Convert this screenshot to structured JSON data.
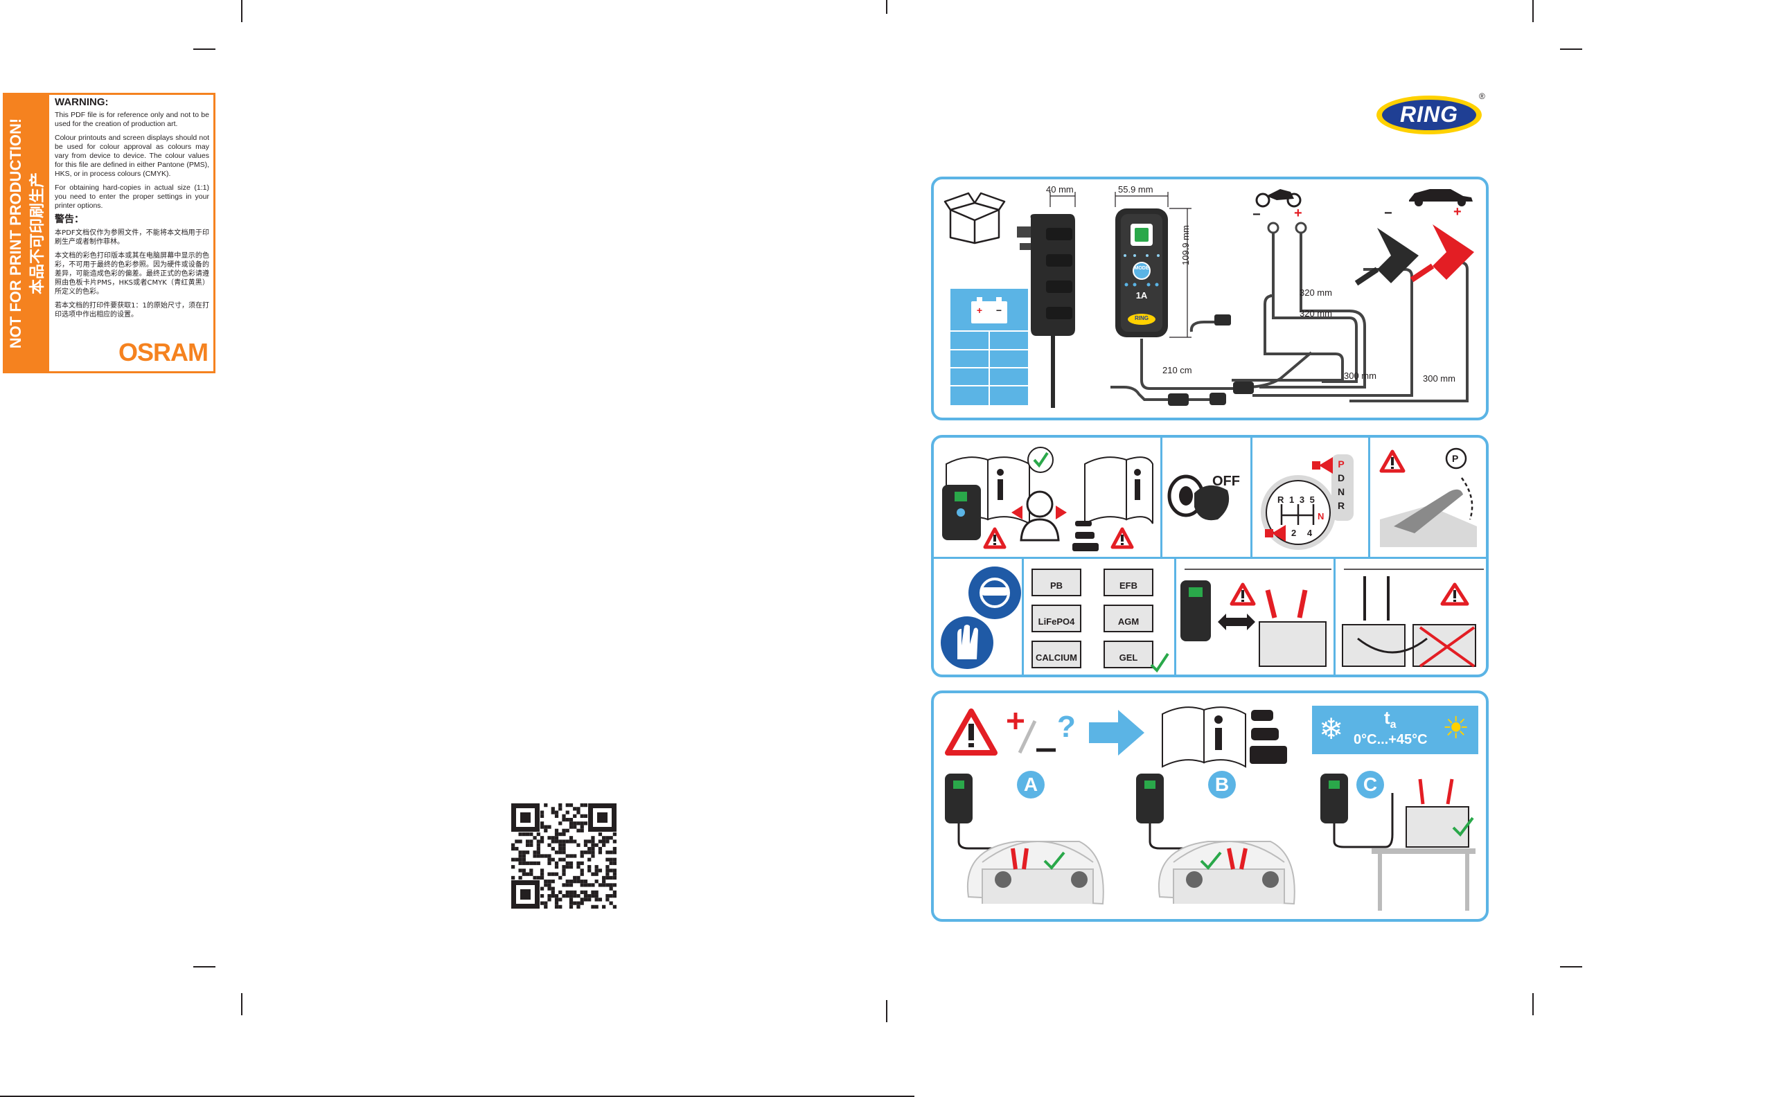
{
  "warning": {
    "strip_line1": "NOT FOR PRINT PRODUCTION!",
    "strip_line2": "本品不可印刷生产",
    "title": "WARNING:",
    "p1": "This PDF file is for reference only and not to be used for the creation of production art.",
    "p2": "Colour printouts and screen displays should not be used for colour approval as colours may vary from device to device. The colour values for this file are defined in either Pantone (PMS), HKS, or in process colours (CMYK).",
    "p3": "For obtaining hard-copies in actual size (1:1) you need to enter the proper settings in your printer options.",
    "cn_title": "警告：",
    "cn_p1": "本PDF文档仅作为参照文件，不能将本文档用于印刷生产或者制作菲林。",
    "cn_p2": "本文档的彩色打印版本或其在电脑屏幕中显示的色彩，不可用于最终的色彩参照。因为硬件或设备的差异，可能造成色彩的偏差。最终正式的色彩请遵照由色板卡片PMS，HKS或者CMYK（青红黄黑）所定义的色彩。",
    "cn_p3": "若本文档的打印件要获取1：1的原始尺寸，须在打印选项中作出相应的设置。",
    "brand": "OSRAM"
  },
  "logo": {
    "text": "RING",
    "reg": "®"
  },
  "panel1": {
    "dims": {
      "adapter_width": "40 mm",
      "charger_width": "55.9 mm",
      "charger_height": "109.9 mm",
      "ring_cable_1": "320 mm",
      "ring_cable_2": "320 mm",
      "cable_length": "210 cm",
      "clamp_cable_1": "300 mm",
      "clamp_cable_2": "300 mm"
    },
    "polarity": {
      "minus": "−",
      "plus": "+"
    },
    "charger": {
      "model": "1A",
      "brand": "RING",
      "mode": "MODE"
    }
  },
  "panel2": {
    "off_label": "OFF",
    "gear_letters": [
      "P",
      "D",
      "N",
      "R"
    ],
    "manual_gears_top": "R 1 3 5",
    "manual_gears_bottom": "2 4",
    "manual_neutral": "N",
    "parking": "P",
    "battery_types": [
      "PB",
      "EFB",
      "LiFePO4",
      "AGM",
      "CALCIUM",
      "GEL"
    ]
  },
  "panel3": {
    "polarity_question": "?",
    "temp_symbol": "t",
    "temp_sub": "a",
    "temp_range": "0°C...+45°C",
    "options": [
      "A",
      "B",
      "C"
    ]
  },
  "colors": {
    "accent_blue": "#5bb4e5",
    "warning_orange": "#f5821f",
    "ring_blue": "#1f3f94",
    "ring_yellow": "#ffd100",
    "red": "#e31e24",
    "green": "#2aa84a"
  }
}
